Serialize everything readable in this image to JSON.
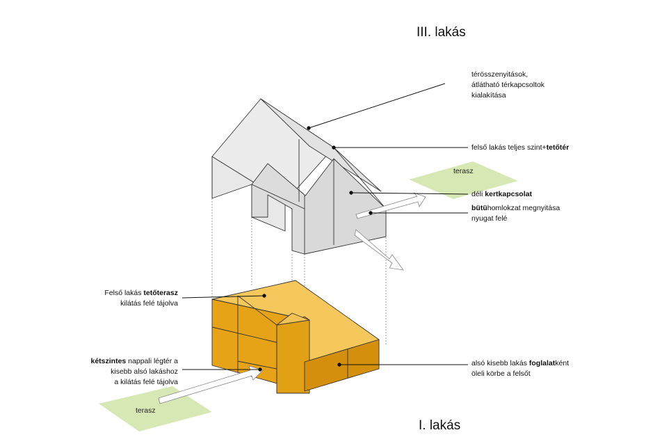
{
  "titles": {
    "top": "III. lakás",
    "bottom": "I. lakás"
  },
  "terraces": {
    "upper": "terasz",
    "lower": "terasz"
  },
  "annotations": {
    "a1": {
      "l1": "térösszenyitások,",
      "l2": "átlátható térkapcsoltok",
      "l3": "kialakítása"
    },
    "a2": {
      "pre": "felső lakás teljes szint+",
      "bold": "tetőtér"
    },
    "a3": {
      "pre": "déli ",
      "bold": "kertkapcsolat"
    },
    "a4": {
      "bold": "bütü",
      "post": "homlokzat megnyitása",
      "l2": "nyugat felé"
    },
    "a5": {
      "pre": "Felső lakás ",
      "bold": "tetőterasz",
      "l2": "kilátás felé tájolva"
    },
    "a6": {
      "bold": "kétszintes",
      "post": " nappali légtér a",
      "l2": "kisebb alsó lakáshoz",
      "l3": "a kilátás felé tájolva"
    },
    "a7": {
      "pre": "alsó kisebb lakás ",
      "bold": "foglalat",
      "post": "ként",
      "l2": "öleli körbe a felsőt"
    }
  },
  "colors": {
    "upper_face": "#e5e5e5",
    "upper_face_dark": "#d6d6d6",
    "lower_top": "#f6c75a",
    "lower_front": "#e7a318",
    "lower_side": "#d48f0c",
    "terrace": "#d7e8b5",
    "line": "#333333"
  }
}
